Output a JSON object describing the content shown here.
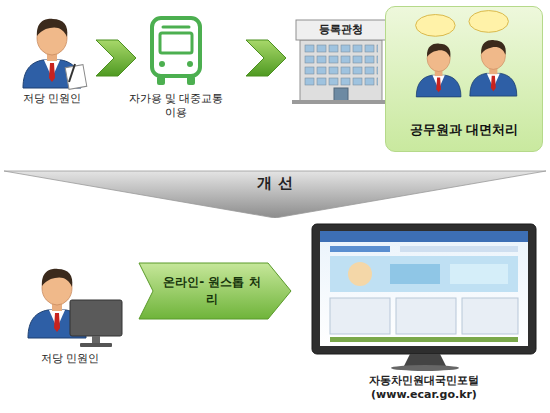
{
  "diagram": {
    "nodes": [
      {
        "text": [
          "공무원과 대면처리"
        ]
      },
      {
        "text": [
          "개 선"
        ]
      },
      {
        "text": [
          "온라인- 원스톱 처리"
        ]
      }
    ],
    "labels": [
      "저당 민원인",
      "자가용 및 대중교통 이용",
      "등록관청",
      "저당 민원인",
      "자동차민원대국민포털 (www.ecar.go.kr)"
    ]
  }
}
